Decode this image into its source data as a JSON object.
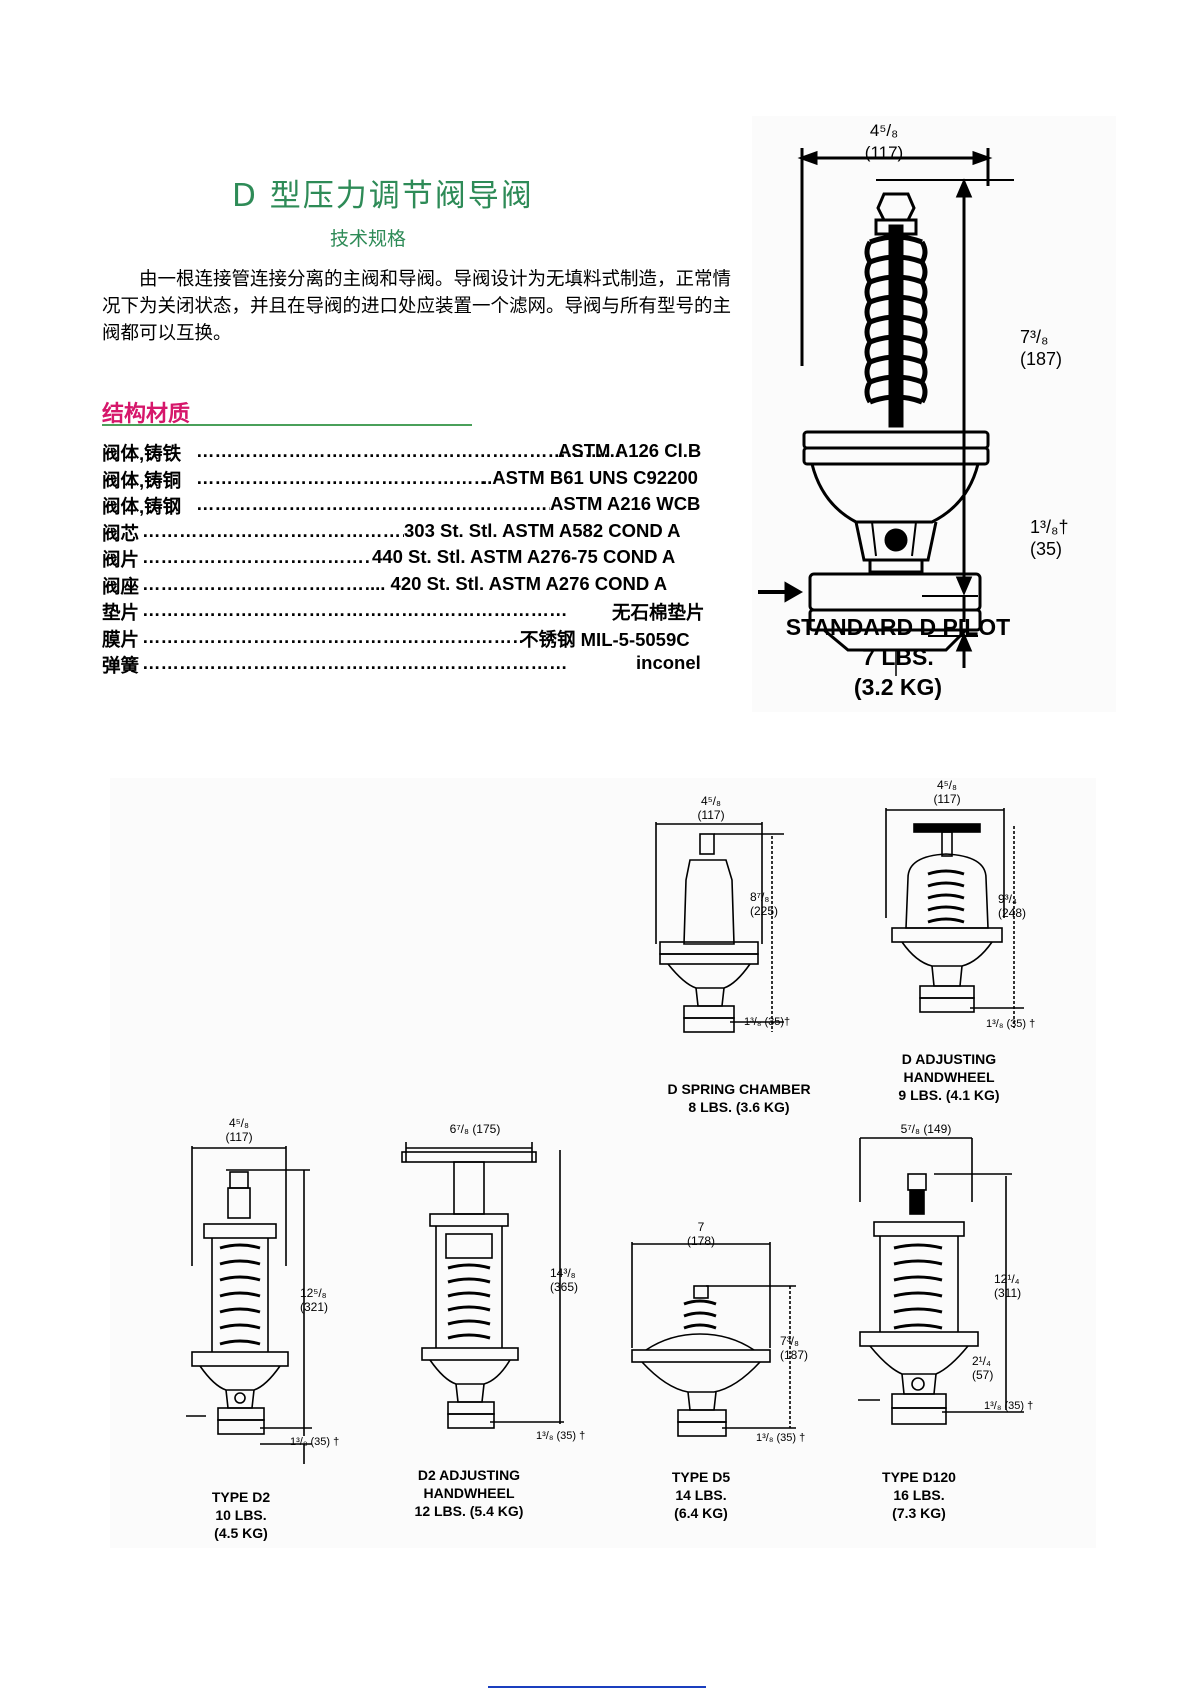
{
  "title": "D 型压力调节阀导阀",
  "subtitle": "技术规格",
  "intro": "由一根连接管连接分离的主阀和导阀。导阀设计为无填料式制造，正常情况下为关闭状态，并且在导阀的进口处应装置一个滤网。导阀与所有型号的主阀都可以互换。",
  "materials": {
    "heading": "结构材质",
    "rows": [
      {
        "label": "阀体,铸铁",
        "value": "ASTM A126 Cl.B"
      },
      {
        "label": "阀体,铸铜",
        "value": "..ASTM B61 UNS C92200"
      },
      {
        "label": "阀体,铸钢",
        "value": "ASTM A216 WCB"
      },
      {
        "label": "阀芯",
        "value": "303 St. Stl. ASTM A582 COND A"
      },
      {
        "label": "阀片",
        "value": "440 St. Stl. ASTM A276-75 COND A"
      },
      {
        "label": "阀座",
        "value": "... 420 St. Stl. ASTM A276 COND A"
      },
      {
        "label": "垫片",
        "value": "无石棉垫片"
      },
      {
        "label": "膜片",
        "value": "不锈钢  MIL-5-5059C"
      },
      {
        "label": "弹簧",
        "value": "inconel"
      }
    ]
  },
  "standard_pilot": {
    "width_frac": "4⁵/₈",
    "width_mm": "(117)",
    "height_frac": "7³/₈",
    "height_mm": "(187)",
    "inlet_frac": "1³/₈†",
    "inlet_mm": "(35)",
    "caption_line1": "STANDARD D PILOT",
    "caption_line2": "7 LBS.",
    "caption_line3": "(3.2 KG)"
  },
  "variants": [
    {
      "id": "spring-chamber",
      "width": "4⁵/₈",
      "width_mm": "(117)",
      "height": "8⁷/₈",
      "height_mm": "(225)",
      "inlet": "1³/₈ (35)†",
      "caption": [
        "D SPRING CHAMBER",
        "8 LBS. (3.6 KG)"
      ]
    },
    {
      "id": "adjusting-handwheel",
      "width": "4⁵/₈",
      "width_mm": "(117)",
      "height": "9³/₄",
      "height_mm": "(248)",
      "inlet": "1³/₈ (35) †",
      "caption": [
        "D ADJUSTING",
        "HANDWHEEL",
        "9 LBS. (4.1 KG)"
      ]
    },
    {
      "id": "type-d2",
      "width": "4⁵/₈",
      "width_mm": "(117)",
      "height": "12⁵/₈",
      "height_mm": "(321)",
      "inlet": "1³/₈ (35) †",
      "caption": [
        "TYPE D2",
        "10 LBS.",
        "(4.5 KG)"
      ]
    },
    {
      "id": "d2-adjusting-handwheel",
      "width": "6⁷/₈ (175)",
      "width_mm": "",
      "height": "14³/₈",
      "height_mm": "(365)",
      "inlet": "1³/₈ (35) †",
      "caption": [
        "D2 ADJUSTING",
        "HANDWHEEL",
        "12 LBS. (5.4 KG)"
      ]
    },
    {
      "id": "type-d5",
      "width": "7",
      "width_mm": "(178)",
      "height": "7³/₈",
      "height_mm": "(187)",
      "inlet": "1³/₈ (35) †",
      "caption": [
        "TYPE D5",
        "14 LBS.",
        "(6.4 KG)"
      ]
    },
    {
      "id": "type-d120",
      "width": "5⁷/₈ (149)",
      "width_mm": "",
      "height": "12¹/₄",
      "height_mm": "(311)",
      "extra": "2¹/₄",
      "extra_mm": "(57)",
      "inlet": "1³/₈ (35) †",
      "caption": [
        "TYPE D120",
        "16 LBS.",
        "(7.3 KG)"
      ]
    }
  ]
}
